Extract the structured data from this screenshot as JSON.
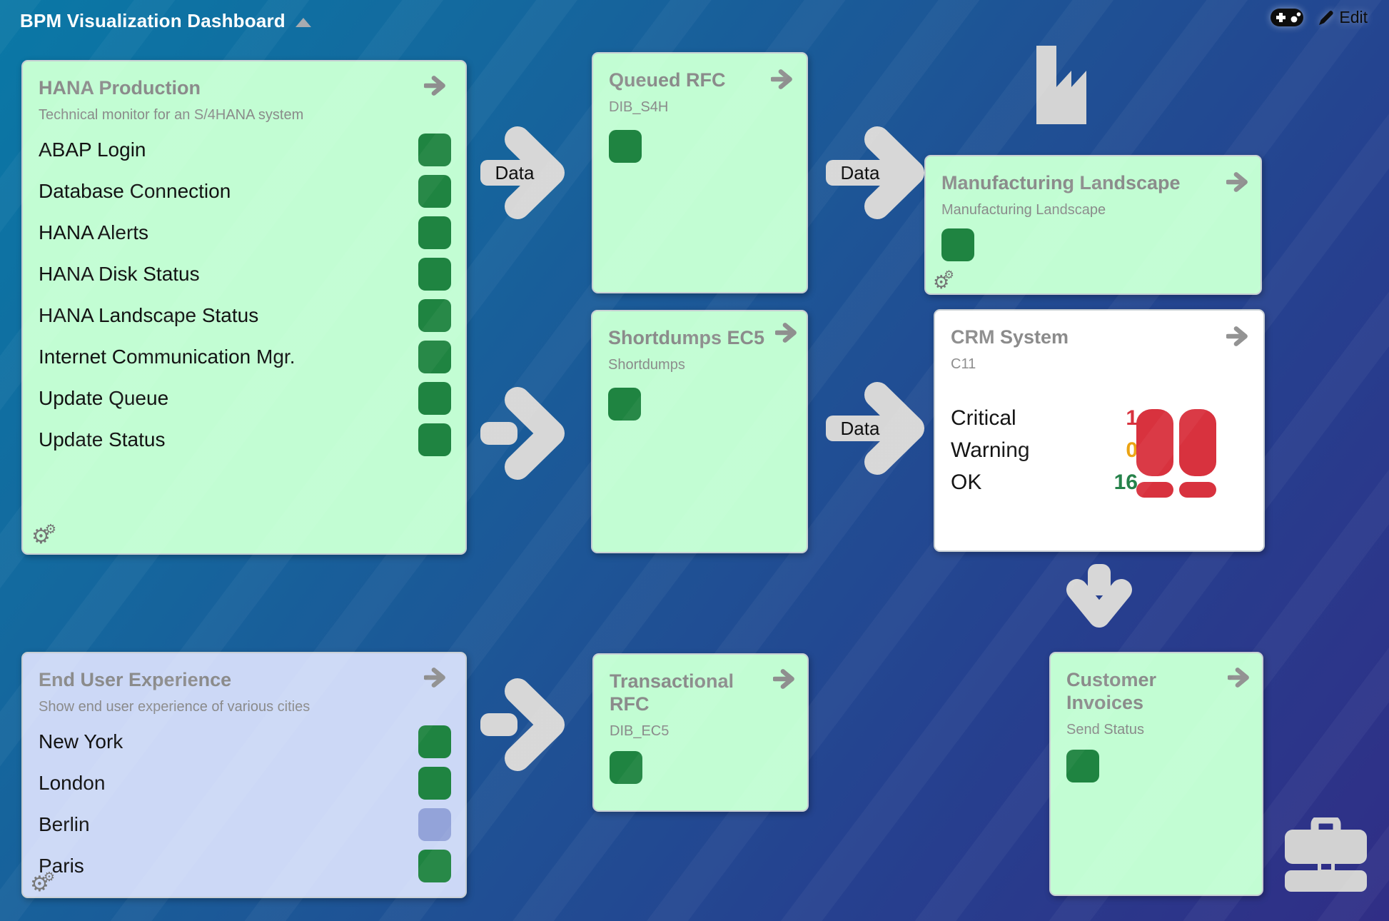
{
  "header": {
    "title": "BPM Visualization Dashboard",
    "edit_label": "Edit"
  },
  "arrows": {
    "data_label": "Data"
  },
  "status_colors": {
    "ok": "#1f8441",
    "neutral": "#93a3d9"
  },
  "cards": {
    "hana": {
      "title": "HANA Production",
      "subtitle": "Technical monitor for an S/4HANA system",
      "rows": [
        {
          "label": "ABAP Login",
          "status": "ok"
        },
        {
          "label": "Database Connection",
          "status": "ok"
        },
        {
          "label": "HANA Alerts",
          "status": "ok"
        },
        {
          "label": "HANA Disk Status",
          "status": "ok"
        },
        {
          "label": "HANA Landscape Status",
          "status": "ok"
        },
        {
          "label": "Internet Communication Mgr.",
          "status": "ok"
        },
        {
          "label": "Update Queue",
          "status": "ok"
        },
        {
          "label": "Update Status",
          "status": "ok"
        }
      ]
    },
    "queued": {
      "title": "Queued RFC",
      "subtitle": "DIB_S4H",
      "status": "ok"
    },
    "manufacturing": {
      "title": "Manufacturing Landscape",
      "subtitle": "Manufacturing Landscape",
      "status": "ok"
    },
    "shortdumps": {
      "title": "Shortdumps EC5",
      "subtitle": "Shortdumps",
      "status": "ok"
    },
    "crm": {
      "title": "CRM System",
      "subtitle": "C11",
      "metrics": [
        {
          "label": "Critical",
          "value": "1",
          "color": "#d8323e"
        },
        {
          "label": "Warning",
          "value": "0",
          "color": "#eba313"
        },
        {
          "label": "OK",
          "value": "16",
          "color": "#1d7d43"
        }
      ]
    },
    "enduser": {
      "title": "End User Experience",
      "subtitle": "Show end user experience of various cities",
      "rows": [
        {
          "label": "New York",
          "status": "ok"
        },
        {
          "label": "London",
          "status": "ok"
        },
        {
          "label": "Berlin",
          "status": "neutral"
        },
        {
          "label": "Paris",
          "status": "ok"
        }
      ]
    },
    "transactional": {
      "title": "Transactional RFC",
      "subtitle": "DIB_EC5",
      "status": "ok"
    },
    "invoices": {
      "title": "Customer Invoices",
      "subtitle": "Send Status",
      "status": "ok"
    }
  }
}
